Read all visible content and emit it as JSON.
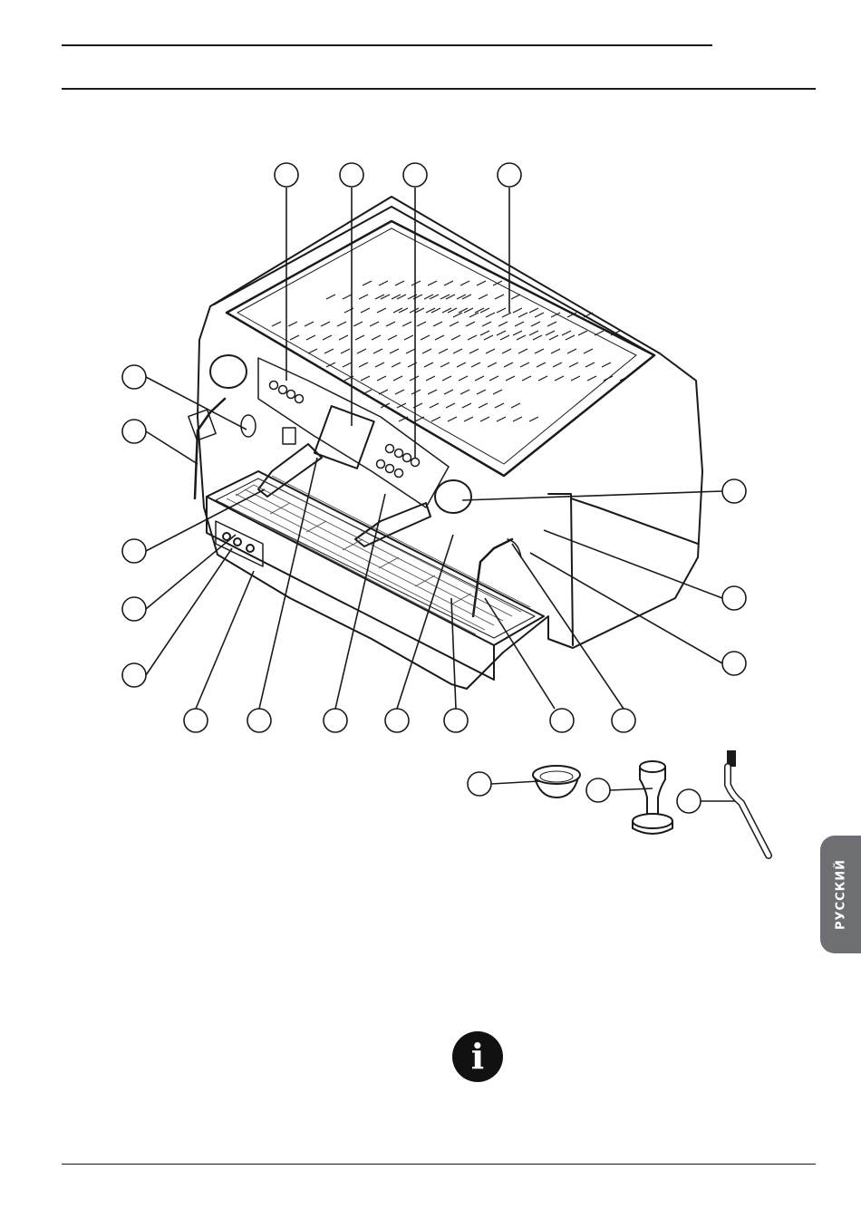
{
  "side_tab": {
    "language": "РУССКИЙ"
  },
  "info_icon": {
    "glyph": "i",
    "name": "information-icon"
  },
  "diagram": {
    "subject": "espresso-machine",
    "accessories": [
      "filter-basket",
      "tamper",
      "cleaning-brush"
    ],
    "callout_count": 22,
    "callout_labels_shown": false
  }
}
